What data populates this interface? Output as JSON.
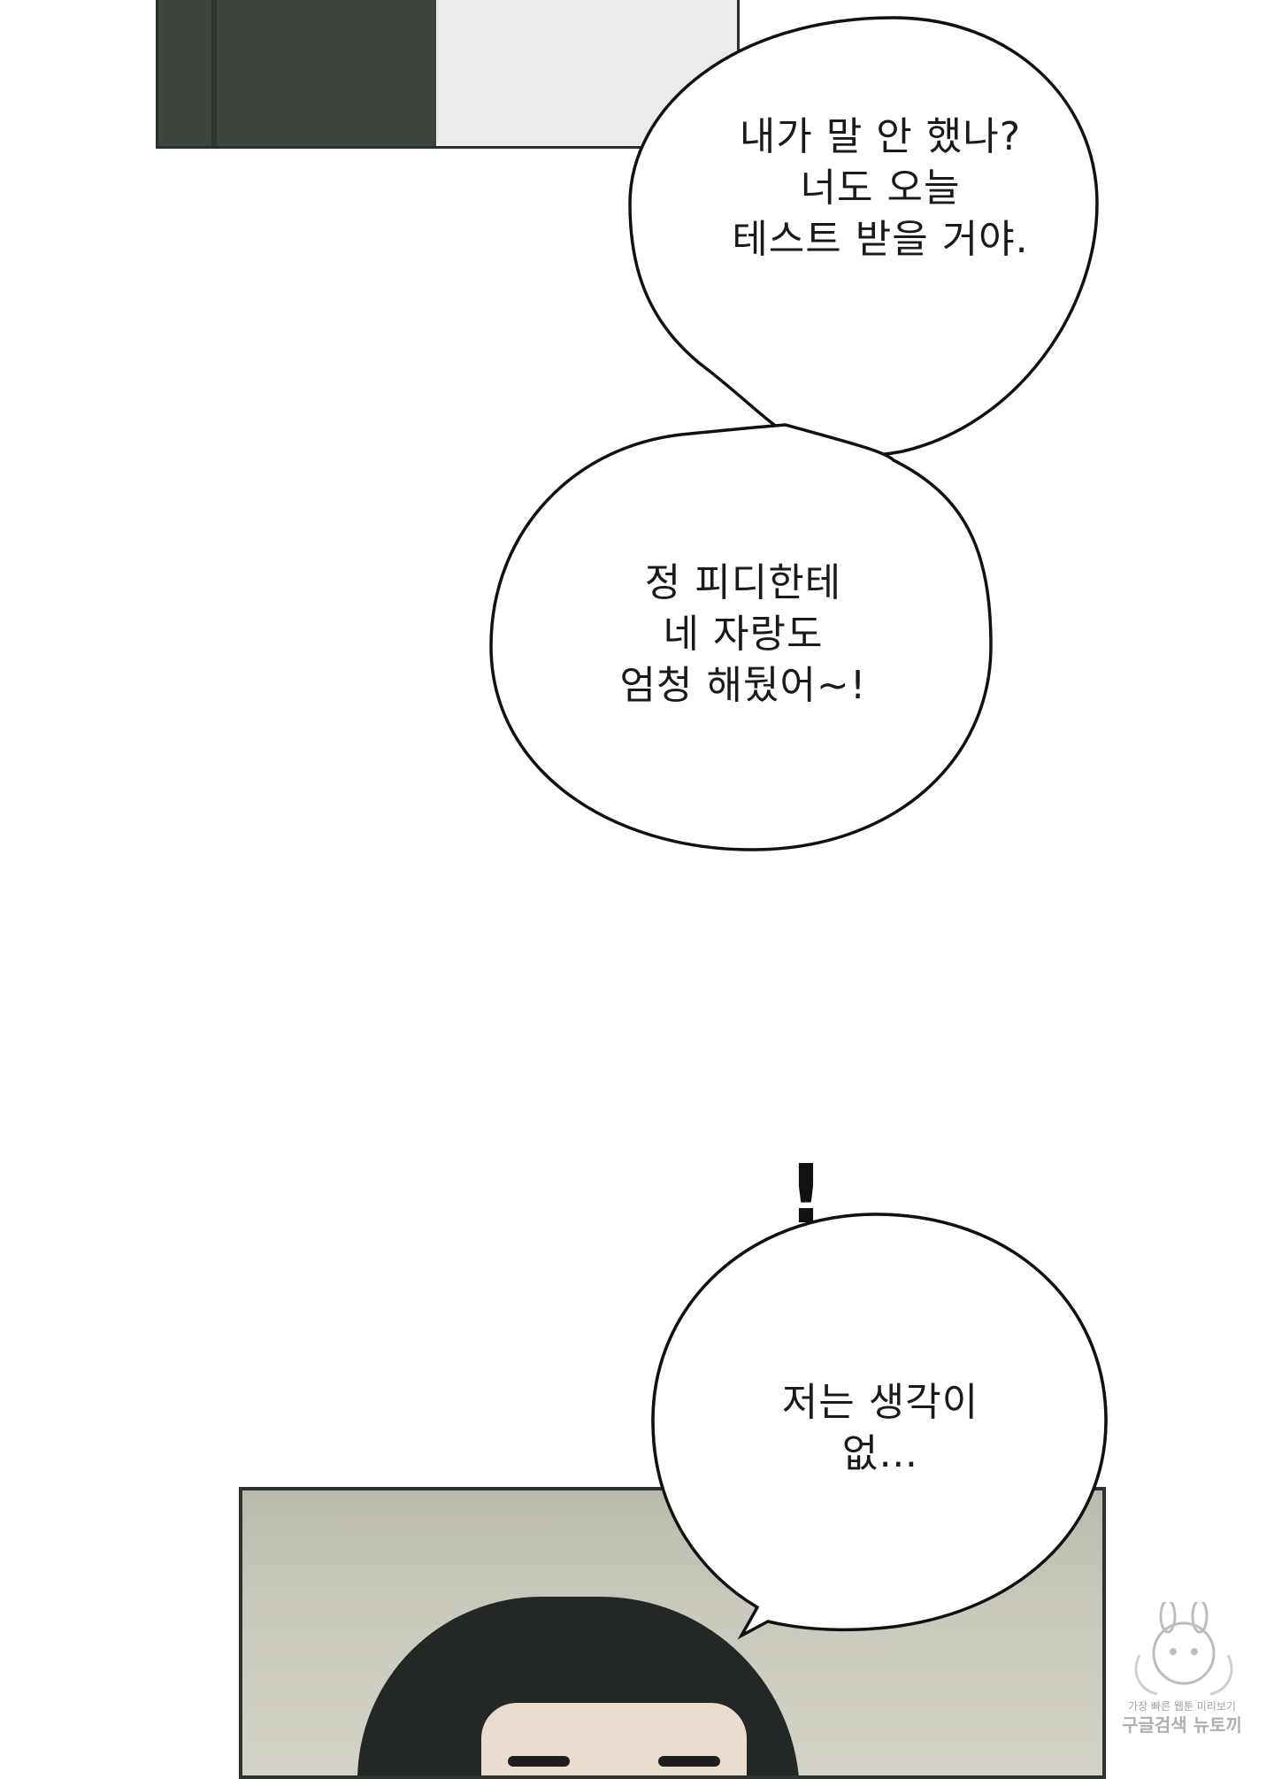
{
  "bubbles": [
    {
      "lines": [
        "내가 말 안 했나?",
        "너도 오늘",
        "테스트 받을 거야."
      ]
    },
    {
      "lines": [
        "정 피디한테",
        "네 자랑도",
        "엄청 해뒀어~!"
      ]
    },
    {
      "lines": [
        "저는 생각이",
        "없…"
      ]
    }
  ],
  "exclamation": "!",
  "watermark": {
    "line1": "가장 빠른 웹툰 미리보기",
    "line2": "구글검색 뉴토끼"
  }
}
